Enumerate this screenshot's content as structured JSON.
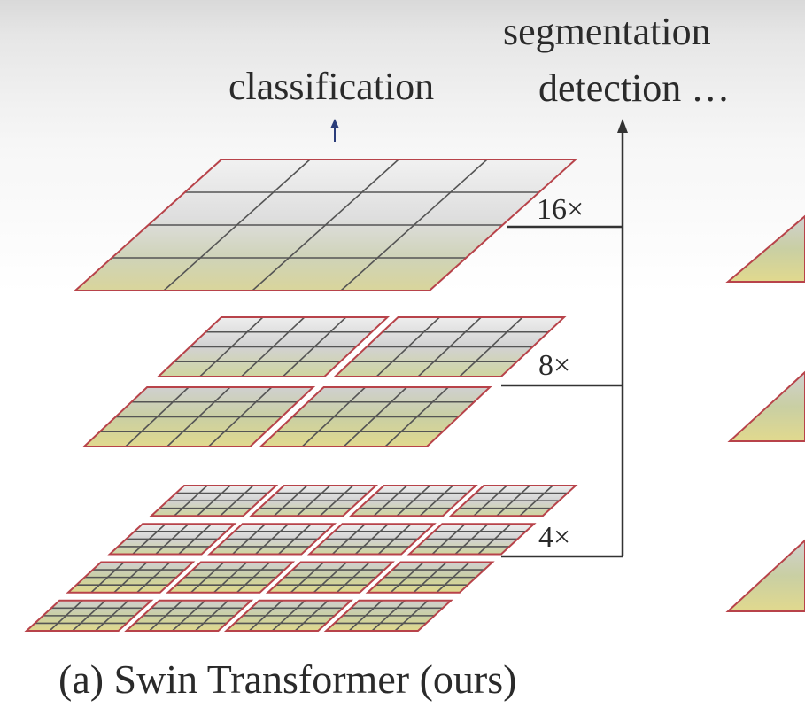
{
  "diagram": {
    "outputs": {
      "classification": "classification",
      "segmentation": "segmentation",
      "detection": "detection …"
    },
    "stages": [
      {
        "scale_label": "16×",
        "patch_grid": 1,
        "sub_grid": 4
      },
      {
        "scale_label": "8×",
        "patch_grid": 2,
        "sub_grid": 4
      },
      {
        "scale_label": "4×",
        "patch_grid": 4,
        "sub_grid": 4
      }
    ],
    "caption": "(a) Swin Transformer (ours)",
    "colors": {
      "patch_border": "#b8434a",
      "grid_line": "#555555",
      "connector": "#333333",
      "cls_arrow": "#2b3d7a",
      "image_light": "#e7e7e7",
      "image_green": "#c8cf9a",
      "image_yellow": "#e6de8e"
    }
  }
}
